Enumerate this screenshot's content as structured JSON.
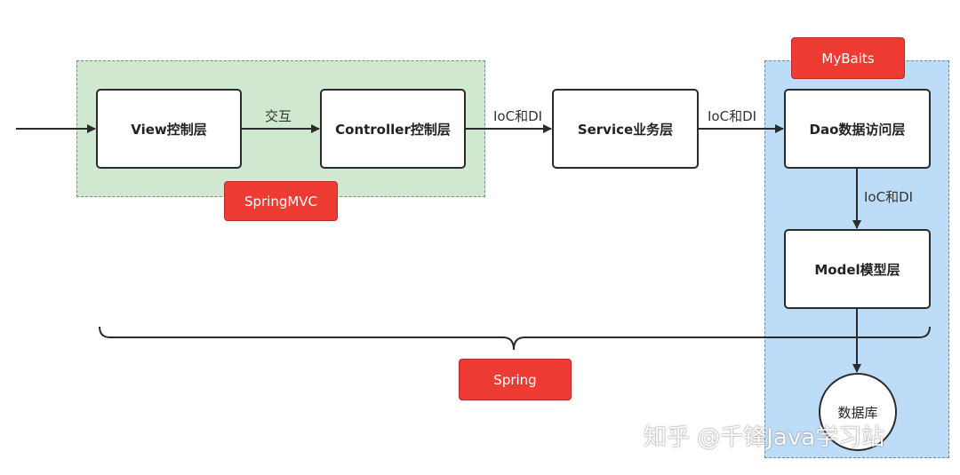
{
  "layers": {
    "view": "View控制层",
    "controller": "Controller控制层",
    "service": "Service业务层",
    "dao": "Dao数据访问层",
    "model": "Model模型层",
    "database": "数据库"
  },
  "frameworks": {
    "springmvc": "SpringMVC",
    "mybaits": "MyBaits",
    "spring": "Spring"
  },
  "edges": {
    "view_to_controller": "交互",
    "controller_to_service": "IoC和DI",
    "service_to_dao": "IoC和DI",
    "dao_to_model": "IoC和DI"
  },
  "colors": {
    "springmvc_region": "#cfe8cf",
    "mybaits_region": "#bcdcf7",
    "tag": "#ee3b33"
  },
  "watermark": "知乎 @千锋Java学习站"
}
